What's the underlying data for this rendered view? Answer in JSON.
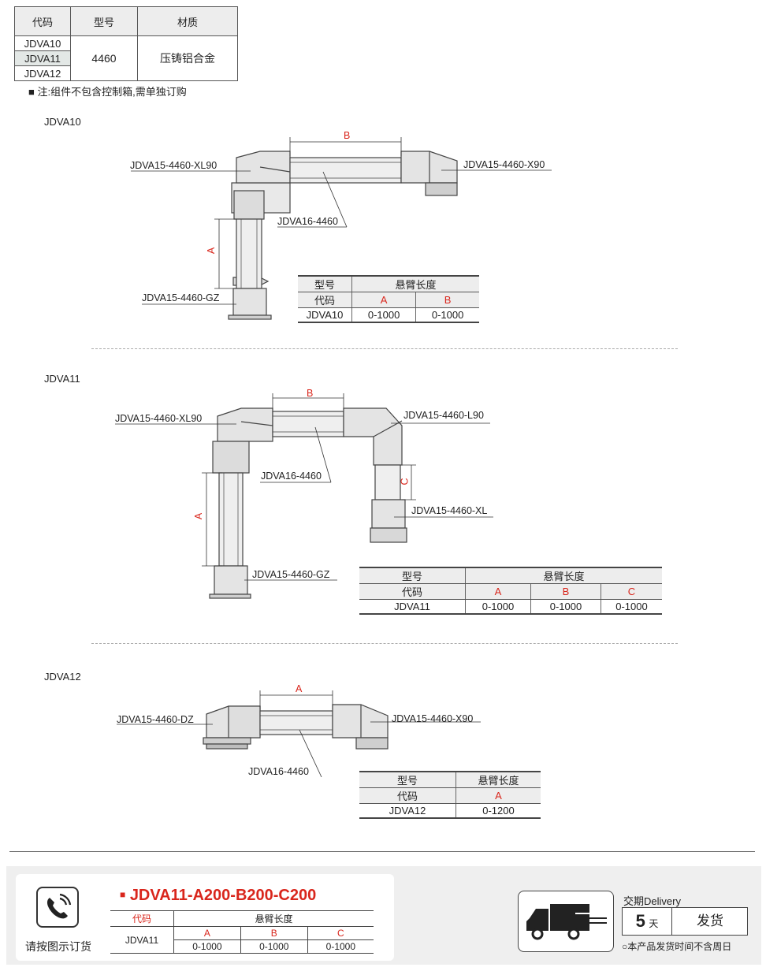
{
  "material_table": {
    "headers": [
      "代码",
      "型号",
      "材质"
    ],
    "codes": [
      "JDVA10",
      "JDVA11",
      "JDVA12"
    ],
    "model": "4460",
    "material": "压铸铝合金"
  },
  "note": "■ 注:组件不包含控制箱,需单独订购",
  "sections": [
    {
      "id": "JDVA10",
      "title": "JDVA10",
      "callouts": [
        "JDVA15-4460-XL90",
        "JDVA16-4460",
        "JDVA15-4460-X90",
        "JDVA15-4460-GZ"
      ],
      "dims": [
        "B",
        "A"
      ],
      "table": {
        "h1": "型号",
        "h2": "悬臂长度",
        "code_label": "代码",
        "cols": [
          "A",
          "B"
        ],
        "row_code": "JDVA10",
        "values": [
          "0-1000",
          "0-1000"
        ]
      }
    },
    {
      "id": "JDVA11",
      "title": "JDVA11",
      "callouts": [
        "JDVA15-4460-XL90",
        "JDVA16-4460",
        "JDVA15-4460-L90",
        "JDVA15-4460-XL",
        "JDVA15-4460-GZ"
      ],
      "dims": [
        "B",
        "A",
        "C"
      ],
      "table": {
        "h1": "型号",
        "h2": "悬臂长度",
        "code_label": "代码",
        "cols": [
          "A",
          "B",
          "C"
        ],
        "row_code": "JDVA11",
        "values": [
          "0-1000",
          "0-1000",
          "0-1000"
        ]
      }
    },
    {
      "id": "JDVA12",
      "title": "JDVA12",
      "callouts": [
        "JDVA15-4460-DZ",
        "JDVA15-4460-X90",
        "JDVA16-4460"
      ],
      "dims": [
        "A"
      ],
      "table": {
        "h1": "型号",
        "h2": "悬臂长度",
        "code_label": "代码",
        "cols": [
          "A"
        ],
        "row_code": "JDVA12",
        "values": [
          "0-1200"
        ]
      }
    }
  ],
  "order_box": {
    "caption": "请按图示订货",
    "icon": "phone-icon",
    "example_code": "JDVA11-A200-B200-C200",
    "table": {
      "h1": "代码",
      "h2": "悬臂长度",
      "cols": [
        "A",
        "B",
        "C"
      ],
      "row_code": "JDVA11",
      "values": [
        "0-1000",
        "0-1000",
        "0-1000"
      ]
    }
  },
  "delivery": {
    "title": "交期Delivery",
    "days": "5",
    "day_unit": "天",
    "status": "发货",
    "note": "○本产品发货时间不含周日",
    "icon": "truck-icon"
  },
  "colors": {
    "accent_red": "#d9261c",
    "line": "#444444",
    "footer_bg": "#efefef"
  }
}
